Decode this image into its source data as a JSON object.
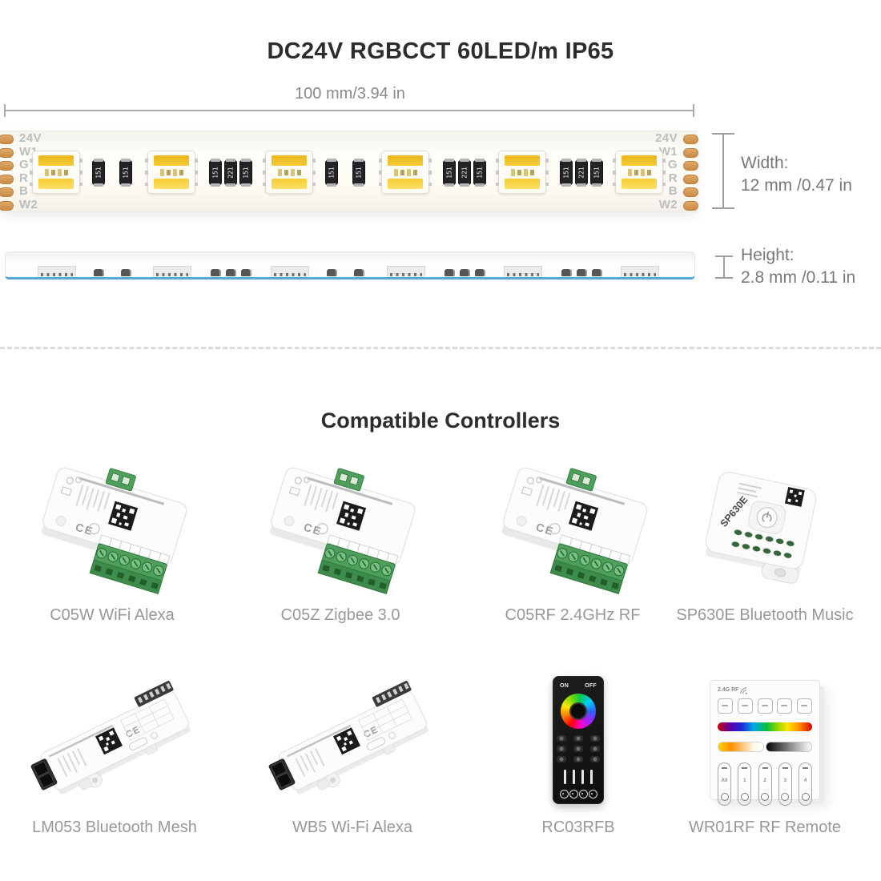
{
  "header": {
    "title": "DC24V RGBCCT 60LED/m IP65"
  },
  "strip": {
    "length_label": "100 mm/3.94 in",
    "pin_labels": [
      "24V",
      "W1",
      "G",
      "R",
      "B",
      "W2"
    ],
    "resistor_code": "151",
    "resistor_code_alt": "221",
    "width_title": "Width:",
    "width_value": "12 mm /0.47 in",
    "height_title": "Height:",
    "height_value": "2.8 mm /0.11 in"
  },
  "controllers": {
    "heading": "Compatible Controllers",
    "ce_mark": "CE",
    "items": [
      {
        "label": "C05W WiFi Alexa"
      },
      {
        "label": "C05Z Zigbee 3.0"
      },
      {
        "label": "C05RF 2.4GHz RF"
      },
      {
        "label": "SP630E Bluetooth Music",
        "device_text": "SP630E"
      },
      {
        "label": "LM053 Bluetooth Mesh"
      },
      {
        "label": "WB5 Wi-Fi Alexa"
      },
      {
        "label": "RC03RFB",
        "on": "ON",
        "off": "OFF"
      },
      {
        "label": "WR01RF RF Remote",
        "rf_text": "2.4G RF",
        "zones": [
          "All",
          "1",
          "2",
          "3",
          "4"
        ]
      }
    ]
  },
  "colors": {
    "terminal_green": "#4d9f5b",
    "copper": "#d3944e",
    "led_yellow": "#f2c237",
    "pcb_blue": "#58a7d9"
  }
}
